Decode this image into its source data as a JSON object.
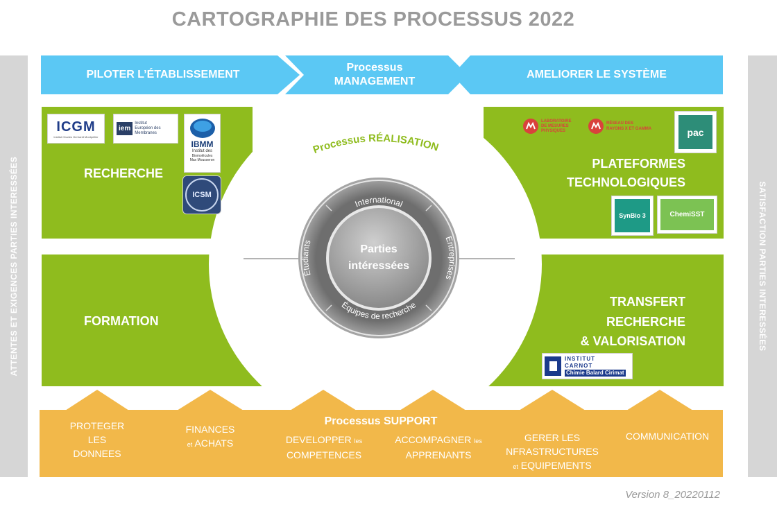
{
  "title": "CARTOGRAPHIE DES PROCESSUS 2022",
  "side_left": "ATTENTES ET EXIGENCES PARTIES INTERESSÉES",
  "side_right": "SATISFACTION PARTIES INTERESSÉES",
  "management": {
    "left": "PILOTER L’ÉTABLISSEMENT",
    "center_line1": "Processus",
    "center_line2": "MANAGEMENT",
    "right": "AMELIORER LE SYSTÈME"
  },
  "realisation": {
    "label": "Processus RÉALISATION",
    "recherche": "RECHERCHE",
    "formation": "FORMATION",
    "plateformes_line1": "PLATEFORMES",
    "plateformes_line2": "TECHNOLOGIQUES",
    "transfert_line1": "TRANSFERT",
    "transfert_line2": "RECHERCHE",
    "transfert_line3": "& VALORISATION"
  },
  "hub": {
    "center_line1": "Parties",
    "center_line2": "intéressées",
    "ring_top": "International",
    "ring_right": "Entreprises",
    "ring_bottom": "Équipes de recherche",
    "ring_left": "Étudiants"
  },
  "logos": {
    "icgm": "ICGM",
    "icgm_sub": "Institut Charles Gerhardt Montpellier",
    "iem_mark": "iem",
    "iem_line1": "Institut",
    "iem_line2": "Européen des",
    "iem_line3": "Membranes",
    "ibmm": "IBMM",
    "ibmm_line1": "Institut des",
    "ibmm_line2": "Biomolécules",
    "ibmm_line3": "Max Mousseron",
    "icsm": "ICSM",
    "lmp_line1": "LABORATOIRE",
    "lmp_line2": "DE MESURES",
    "lmp_line3": "PHYSIQUES",
    "rrg_line1": "RÉSEAU DES",
    "rrg_line2": "RAYONS X ET GAMMA",
    "pac": "pac",
    "synbio": "SynBio 3",
    "chemisst": "ChemiSST",
    "carnot_line1": "INSTITUT",
    "carnot_line2": "CARNOT",
    "carnot_line3": "Chimie Balard Cirimat"
  },
  "support": {
    "title": "Processus SUPPORT",
    "items": [
      {
        "l1": "PROTEGER",
        "l2": "LES",
        "l3": "DONNEES"
      },
      {
        "l1": "FINANCES",
        "small": "et",
        "l2": "ACHATS"
      },
      {
        "l1": "DEVELOPPER",
        "small": "les",
        "l2": "COMPETENCES"
      },
      {
        "l1": "ACCOMPAGNER",
        "small": "les",
        "l2": "APPRENANTS"
      },
      {
        "l1": "GERER LES",
        "l2": "NFRASTRUCTURES",
        "small": "et",
        "l3": "EQUIPEMENTS"
      },
      {
        "l1": "COMMUNICATION"
      }
    ]
  },
  "version": "Version 8_20220112",
  "colors": {
    "blue": "#5bc8f4",
    "green": "#8fbc1e",
    "orange": "#f2b84a",
    "grey": "#d6d6d6"
  }
}
